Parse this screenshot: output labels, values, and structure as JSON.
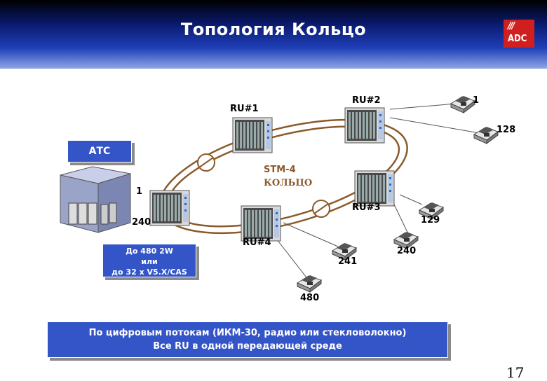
{
  "header": {
    "title": "Топология Кольцо",
    "logo_text": "ADC",
    "logo_mark": "///"
  },
  "nodes": {
    "ru1": "RU#1",
    "ru2": "RU#2",
    "ru3": "RU#3",
    "ru4": "RU#4"
  },
  "ring": {
    "line1": "STM-4",
    "line2": "КОЛЬЦО"
  },
  "atc": {
    "label": "АТС",
    "port_first": "1",
    "port_last": "240"
  },
  "phones": {
    "p1": "1",
    "p128": "128",
    "p129": "129",
    "p240": "240",
    "p241": "241",
    "p480": "480"
  },
  "capacity": {
    "line1": "До 480 2W",
    "line2": "или",
    "line3": "до 32 x V5.X/CAS"
  },
  "bottom": {
    "line1": "По цифровым потокам (ИКМ-30, радио или стекловолокно)",
    "line2": "Все RU в одной передающей среде"
  },
  "page_number": "17",
  "colors": {
    "ring": "#8b5a2b",
    "box": "#3355c8",
    "logo": "#d11f1f"
  }
}
